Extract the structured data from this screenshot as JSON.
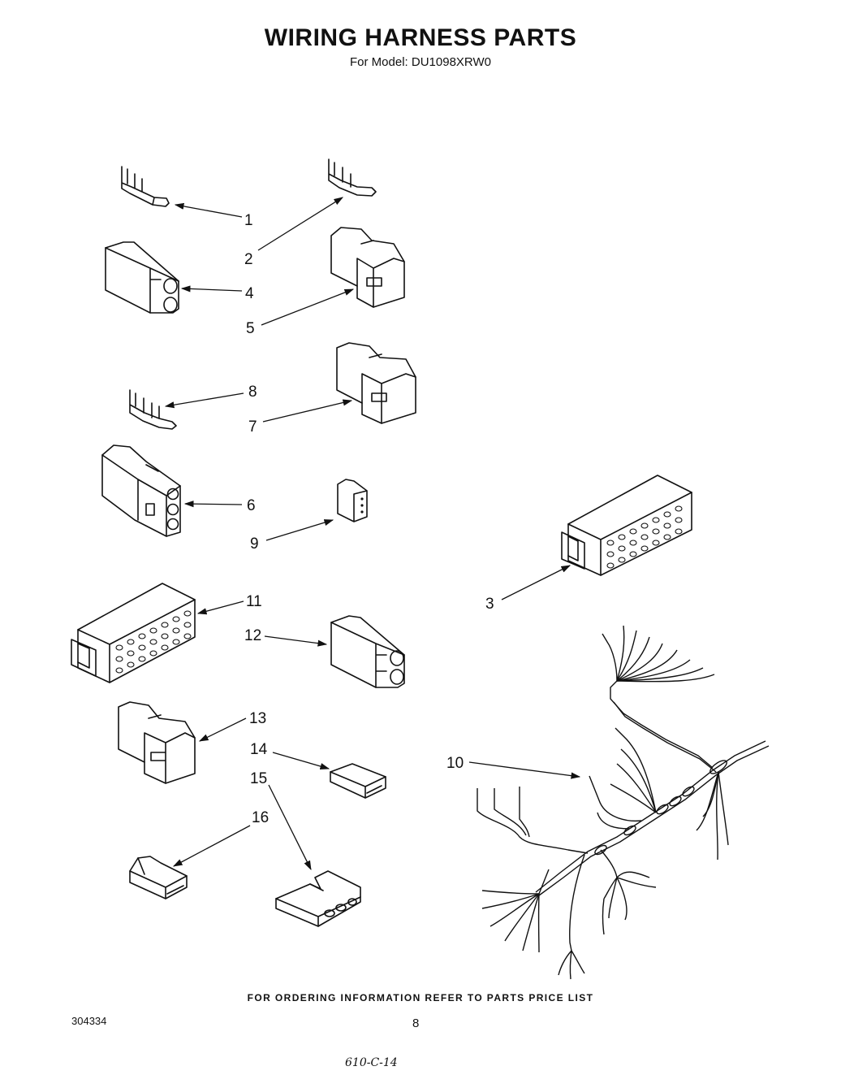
{
  "header": {
    "title": "WIRING HARNESS PARTS",
    "subtitle": "For Model: DU1098XRW0"
  },
  "callouts": [
    "1",
    "2",
    "3",
    "4",
    "5",
    "6",
    "7",
    "8",
    "9",
    "10",
    "11",
    "12",
    "13",
    "14",
    "15",
    "16"
  ],
  "parts": [
    {
      "ref": "1",
      "icon": "terminal-icon"
    },
    {
      "ref": "2",
      "icon": "terminal-icon"
    },
    {
      "ref": "3",
      "icon": "multi-pin-housing-icon"
    },
    {
      "ref": "4",
      "icon": "connector-housing-icon"
    },
    {
      "ref": "5",
      "icon": "connector-receptacle-icon"
    },
    {
      "ref": "6",
      "icon": "connector-housing-icon"
    },
    {
      "ref": "7",
      "icon": "connector-receptacle-icon"
    },
    {
      "ref": "8",
      "icon": "terminal-icon"
    },
    {
      "ref": "9",
      "icon": "small-connector-icon"
    },
    {
      "ref": "10",
      "icon": "wiring-harness-icon"
    },
    {
      "ref": "11",
      "icon": "multi-pin-housing-icon"
    },
    {
      "ref": "12",
      "icon": "connector-housing-icon"
    },
    {
      "ref": "13",
      "icon": "connector-receptacle-icon"
    },
    {
      "ref": "14",
      "icon": "clip-icon"
    },
    {
      "ref": "15",
      "icon": "bracket-icon"
    },
    {
      "ref": "16",
      "icon": "clip-icon"
    }
  ],
  "footer": {
    "note": "FOR ORDERING INFORMATION REFER TO PARTS PRICE LIST",
    "doc_number": "304334",
    "page_number": "8",
    "handwritten": "610-C-14"
  }
}
